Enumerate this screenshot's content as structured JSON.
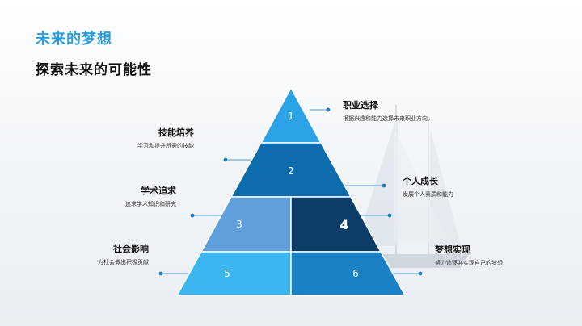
{
  "heading": "未来的梦想",
  "subheading": "探索未来的可能性",
  "colors": {
    "accent": "#2a9fe0",
    "seg1": "#2ba3e6",
    "seg2": "#0c6cae",
    "seg3": "#5f9fdb",
    "seg4": "#0b3d66",
    "seg5": "#3cb6f0",
    "seg6": "#1a82c4"
  },
  "pyramid": {
    "segments": [
      "1",
      "2",
      "3",
      "4",
      "5",
      "6"
    ]
  },
  "labels": {
    "career": {
      "title": "职业选择",
      "desc": "根据兴趣和能力选择未来职业方向。"
    },
    "skills": {
      "title": "技能培养",
      "desc": "学习和提升所需的技能"
    },
    "growth": {
      "title": "个人成长",
      "desc": "发展个人素质和能力"
    },
    "academic": {
      "title": "学术追求",
      "desc": "追求学术知识和研究"
    },
    "dream": {
      "title": "梦想实现",
      "desc": "努力追逐并实现自己的梦想"
    },
    "impact": {
      "title": "社会影响",
      "desc": "为社会做出积极贡献"
    }
  }
}
